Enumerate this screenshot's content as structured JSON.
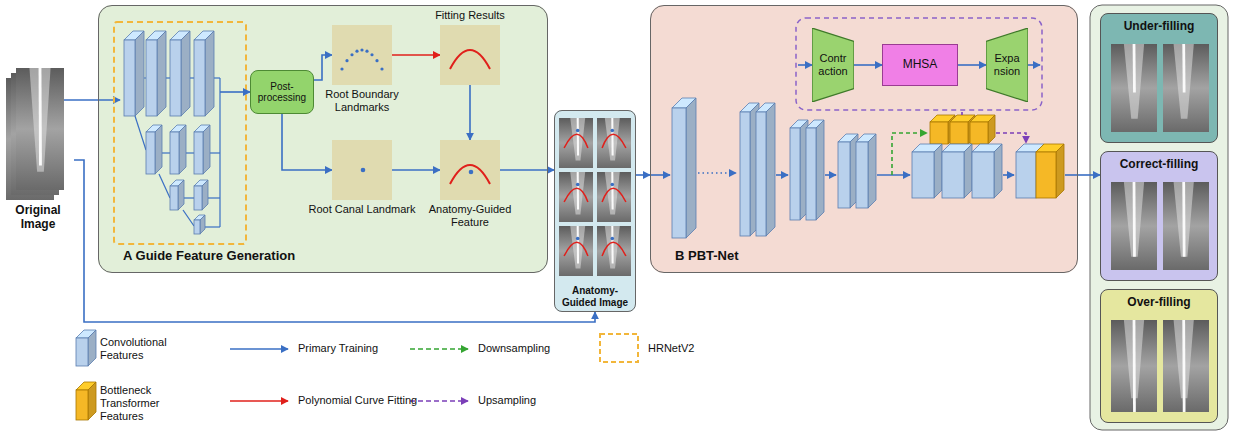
{
  "diagram": {
    "nodes": [
      {
        "text": [
          "Original Image"
        ]
      },
      {
        "text": [
          "A Guide Feature Generation"
        ]
      },
      {
        "text": [
          "Post-processing"
        ],
        "in": 1
      },
      {
        "text": [
          "Root Boundary Landmarks"
        ],
        "in": 1
      },
      {
        "text": [
          "Fitting Results"
        ],
        "in": 1
      },
      {
        "text": [
          "Root Canal Landmark"
        ],
        "in": 1
      },
      {
        "text": [
          "Anatomy-Guided Feature"
        ],
        "in": 1
      },
      {
        "text": [
          "Anatomy-Guided Image"
        ]
      },
      {
        "text": [
          "B PBT-Net"
        ]
      },
      {
        "text": [
          "Contr action"
        ],
        "in": 8
      },
      {
        "text": [
          "MHSA"
        ],
        "in": 8
      },
      {
        "text": [
          "Expa nsion"
        ],
        "in": 8
      },
      {
        "text": [
          "Under-filling"
        ]
      },
      {
        "text": [
          "Correct-filling"
        ]
      },
      {
        "text": [
          "Over-filling"
        ]
      }
    ],
    "edges": [
      {
        "from": 0,
        "to": 7,
        "arrow": "to"
      },
      {
        "from": 2,
        "to": 3,
        "arrow": "to"
      },
      {
        "from": 2,
        "to": 5,
        "arrow": "to"
      },
      {
        "from": 3,
        "to": 4,
        "arrow": "to"
      },
      {
        "from": 4,
        "to": 6,
        "arrow": "to"
      },
      {
        "from": 5,
        "to": 6,
        "arrow": "to"
      },
      {
        "from": 6,
        "to": 7,
        "arrow": "to"
      },
      {
        "from": 7,
        "to": 8,
        "arrow": "to"
      },
      {
        "from": 9,
        "to": 10,
        "arrow": "to"
      },
      {
        "from": 10,
        "to": 11,
        "arrow": "to"
      },
      {
        "from": 8,
        "to": 13,
        "arrow": "to"
      }
    ],
    "legend": [
      {
        "text": "Convolutional Features"
      },
      {
        "text": "Primary Training"
      },
      {
        "text": "Downsampling"
      },
      {
        "text": "HRNetV2"
      },
      {
        "text": "Bottleneck Transformer Features"
      },
      {
        "text": "Polynomial Curve Fitting"
      },
      {
        "text": "Upsampling"
      }
    ]
  }
}
